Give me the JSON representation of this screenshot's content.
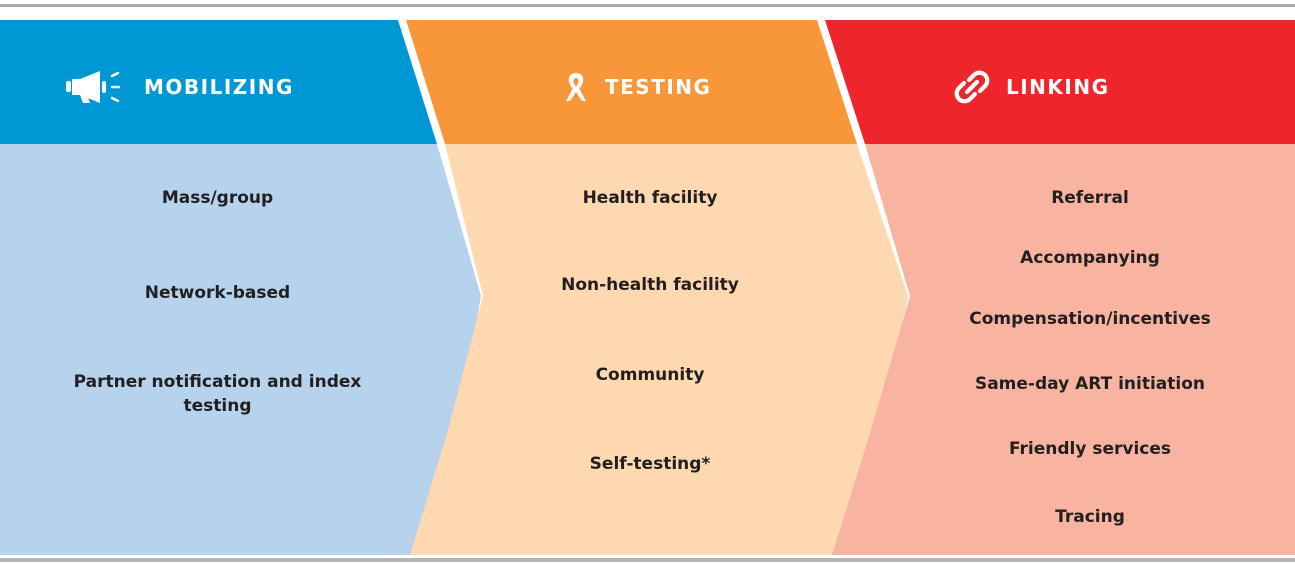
{
  "columns": [
    {
      "title": "MOBILIZING",
      "icon": "megaphone-icon",
      "header_color": "#0098d4",
      "body_color": "#b6d2ec",
      "items": [
        "Mass/group",
        "Network-based",
        "Partner notification and index testing"
      ]
    },
    {
      "title": "TESTING",
      "icon": "ribbon-icon",
      "header_color": "#f7973a",
      "body_color": "#fdd8b0",
      "items": [
        "Health facility",
        "Non-health facility",
        "Community",
        "Self-testing*"
      ]
    },
    {
      "title": "LINKING",
      "icon": "chain-link-icon",
      "header_color": "#ee262c",
      "body_color": "#f8b4a0",
      "items": [
        "Referral",
        "Accompanying",
        "Compensation/incentives",
        "Same-day ART initiation",
        "Friendly services",
        "Tracing"
      ]
    }
  ]
}
